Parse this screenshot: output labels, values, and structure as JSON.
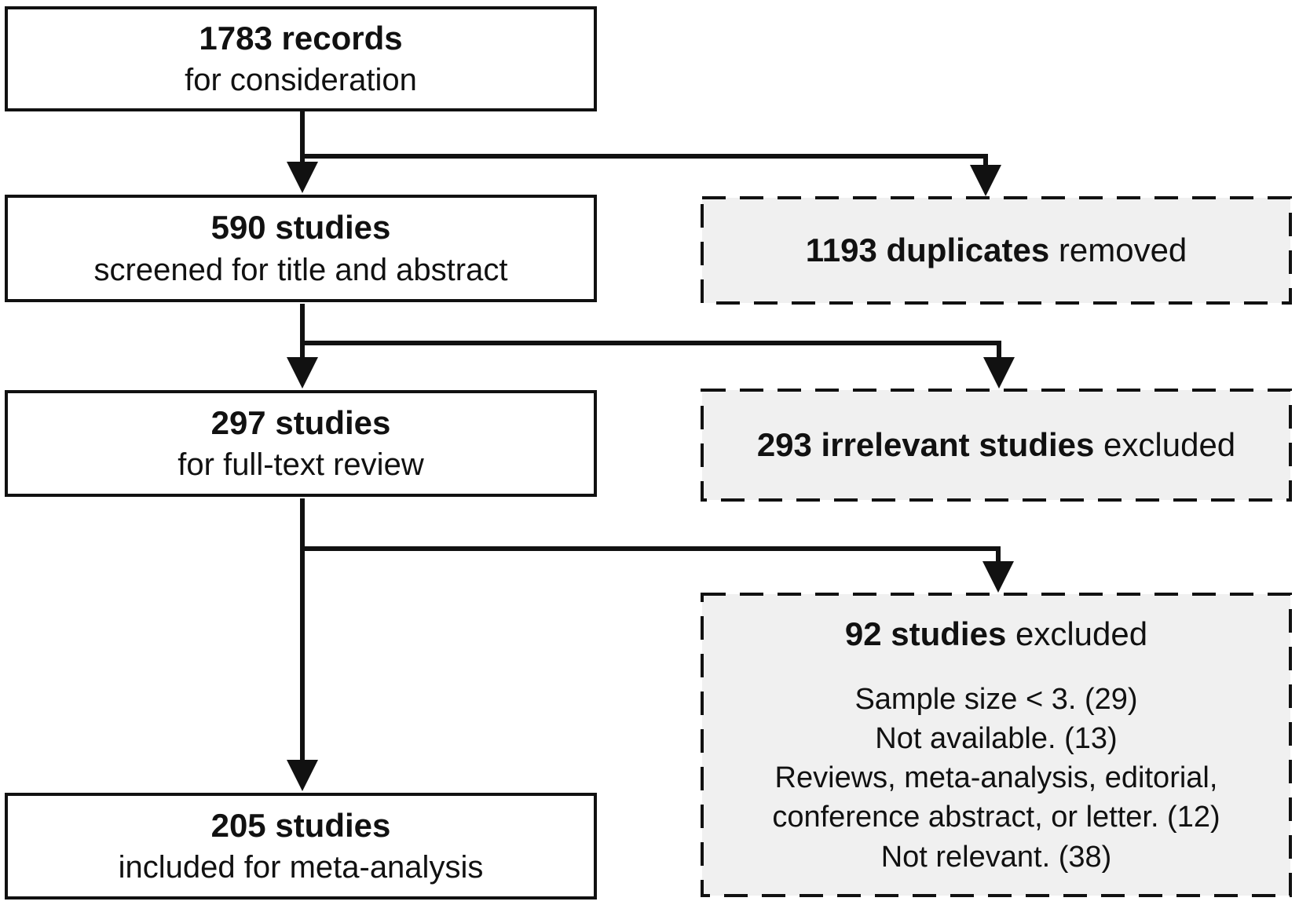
{
  "diagram": {
    "kind": "study-selection-flowchart",
    "colors": {
      "line": "#111111",
      "box_border": "#111111",
      "box_fill": "#ffffff",
      "excluded_box_fill": "#f0f0f0",
      "text": "#111111",
      "background": "#ffffff"
    },
    "main_boxes": [
      {
        "id": "records",
        "count": "1783 records",
        "label": "for consideration"
      },
      {
        "id": "screened",
        "count": "590 studies",
        "label": "screened for title and abstract"
      },
      {
        "id": "fulltext",
        "count": "297 studies",
        "label": "for full-text review"
      },
      {
        "id": "included",
        "count": "205 studies",
        "label": "included for meta-analysis"
      }
    ],
    "excluded_boxes": [
      {
        "id": "duplicates",
        "bold": "1193 duplicates",
        "rest": " removed"
      },
      {
        "id": "irrelevant",
        "bold": "293 irrelevant studies",
        "rest": " excluded"
      },
      {
        "id": "fulltext-excluded",
        "bold": "92 studies",
        "rest": " excluded",
        "reasons": [
          "Sample size < 3. (29)",
          "Not available. (13)",
          "Reviews, meta-analysis, editorial, conference abstract, or letter. (12)",
          "Not relevant. (38)"
        ]
      }
    ]
  }
}
